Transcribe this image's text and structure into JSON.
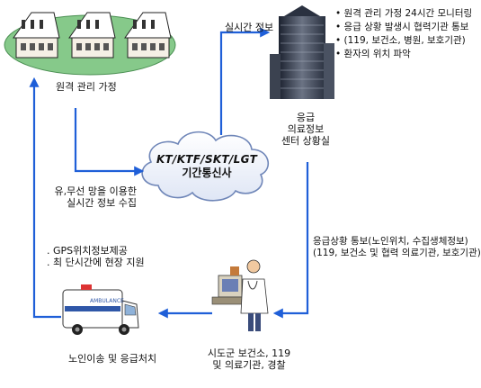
{
  "nodes": {
    "houses_label": "원격 관리 가정",
    "center_label_1": "응급",
    "center_label_2": "의료정보",
    "center_label_3": "센터 상황실",
    "cloud_line_1": "KT/KTF/SKT/LGT",
    "cloud_line_2": "기간통신사",
    "health_center_label_1": "시도군 보건소, 119",
    "health_center_label_2": "및 의료기관, 경찰",
    "ambulance_label": "노인이송 및 응급처치"
  },
  "edges": {
    "realtime_info": "실시간 정보",
    "wired_wireless_1": "유,무선 망을 이용한",
    "wired_wireless_2": "실시간 정보 수집",
    "emergency_report_1": "응급상황 통보(노인위치, 수집생체정보)",
    "emergency_report_2": "(119, 보건소 및 협력 의료기관, 보호기관)",
    "gps_1": ". GPS위치정보제공",
    "gps_2": ". 최 단시간에 현장 지원"
  },
  "center_duties": [
    "원격 관리 가정 24시간 모니터링",
    "응급 상황 발생시 협력기관 통보",
    "(119, 보건소, 병원, 보호기관)",
    "환자의 위치 파악"
  ],
  "colors": {
    "arrow": "#1f5fd8",
    "lawn": "#86c98a",
    "cloud_fill": "#eef2fb",
    "cloud_stroke": "#6f86b8"
  }
}
